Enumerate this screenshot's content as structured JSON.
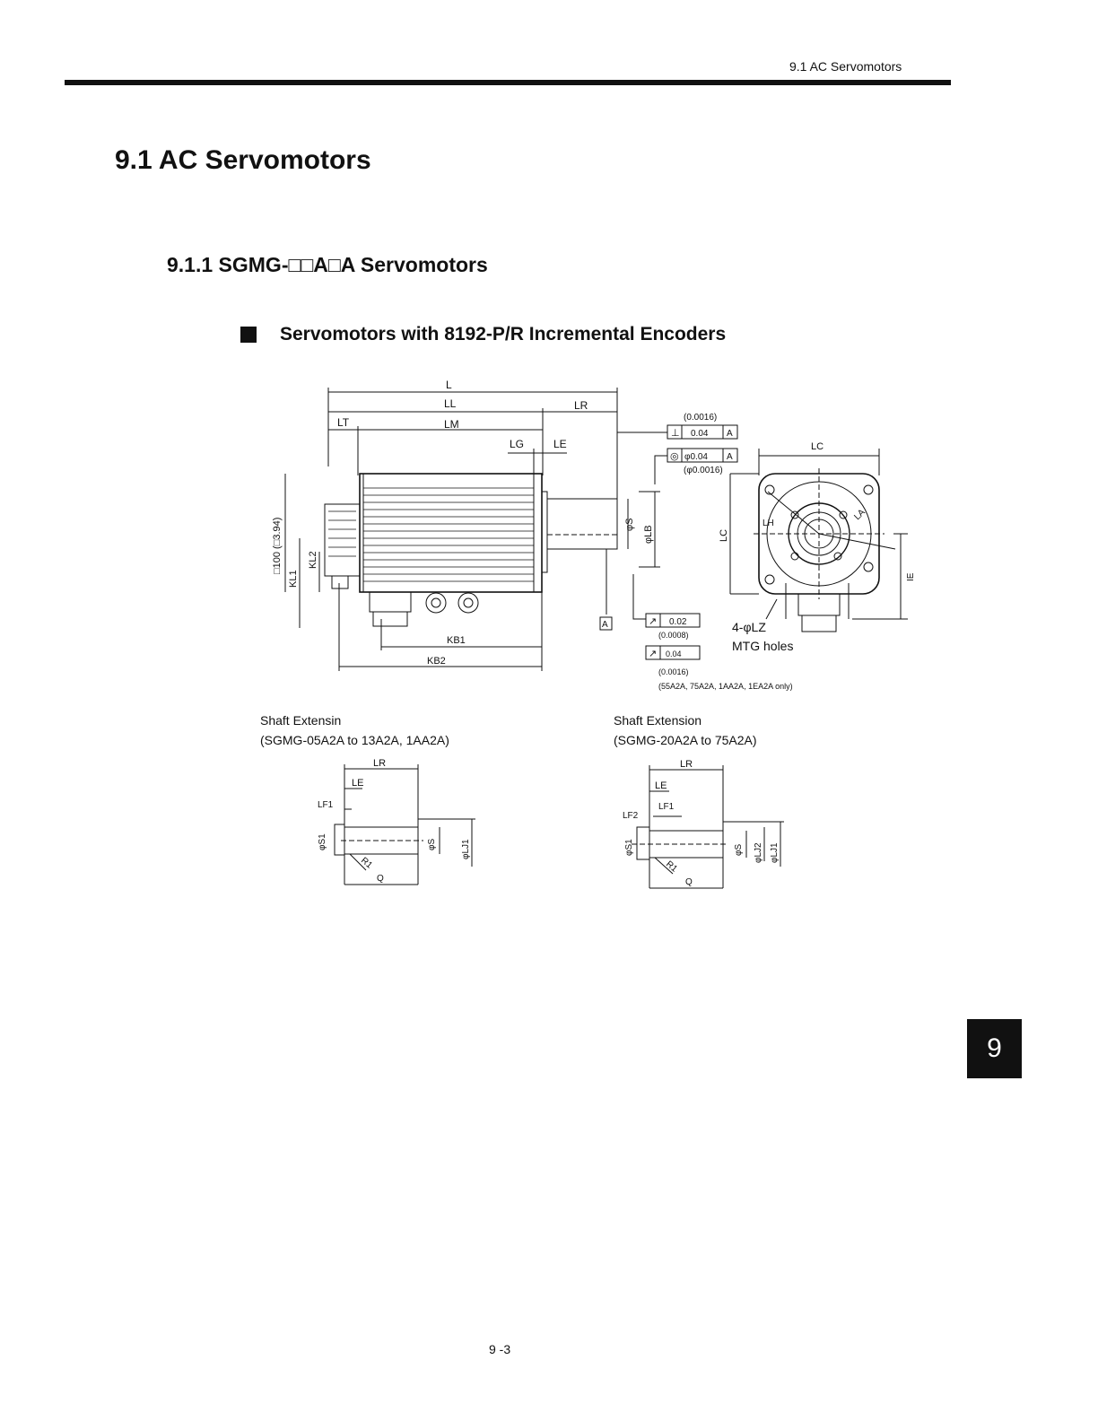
{
  "header": {
    "running_title": "9.1  AC Servomotors"
  },
  "section": {
    "title": "9.1  AC Servomotors"
  },
  "subsection": {
    "title": "9.1.1  SGMG-□□A□A Servomotors"
  },
  "bullet": {
    "text": "Servomotors with 8192-P/R Incremental Encoders"
  },
  "main_drawing": {
    "dim_L": "L",
    "dim_LL": "LL",
    "dim_LR": "LR",
    "dim_LT": "LT",
    "dim_LM": "LM",
    "dim_LG": "LG",
    "dim_LE": "LE",
    "dim_KB1": "KB1",
    "dim_KB2": "KB2",
    "dim_KL1": "KL1",
    "dim_KL2": "KL2",
    "dim_square": "□100 (□3.94)",
    "dim_phiS": "φS",
    "dim_phiLB": "φLB",
    "datum_A": "A",
    "tol_perp_inch": "(0.0016)",
    "tol_perp_value": "0.04",
    "tol_perp_datum": "A",
    "tol_conc_value": "φ0.04",
    "tol_conc_datum": "A",
    "tol_conc_inch": "(φ0.0016)",
    "tol_runout_value": "0.02",
    "tol_runout_inch": "(0.0008)",
    "tol_runout2_value": "0.04",
    "tol_runout2_inch": "(0.0016)",
    "tol_runout2_note": "(55A2A, 75A2A, 1AA2A, 1EA2A only)"
  },
  "end_view": {
    "dim_LC_top": "LC",
    "dim_LC_side": "LC",
    "dim_LH": "LH",
    "dim_LA": "LA",
    "dim_IE": "IE",
    "holes_label": "4-φLZ",
    "holes_desc": "MTG holes"
  },
  "shaft_left": {
    "caption_line1": "Shaft Extensin",
    "caption_line2": "(SGMG-05A2A to 13A2A, 1AA2A)",
    "dim_LR": "LR",
    "dim_LE": "LE",
    "dim_LF1": "LF1",
    "dim_phiS1": "φS1",
    "dim_phiS": "φS",
    "dim_phiLJ1": "φLJ1",
    "dim_R1": "R1",
    "dim_Q": "Q"
  },
  "shaft_right": {
    "caption_line1": "Shaft Extension",
    "caption_line2": "(SGMG-20A2A to 75A2A)",
    "dim_LR": "LR",
    "dim_LE": "LE",
    "dim_LF1": "LF1",
    "dim_LF2": "LF2",
    "dim_phiS1": "φS1",
    "dim_phiS": "φS",
    "dim_phiLJ2": "φLJ2",
    "dim_phiLJ1": "φLJ1",
    "dim_R1": "R1",
    "dim_Q": "Q"
  },
  "chapter_tab": {
    "number": "9"
  },
  "footer": {
    "page_number": "9 -3"
  }
}
